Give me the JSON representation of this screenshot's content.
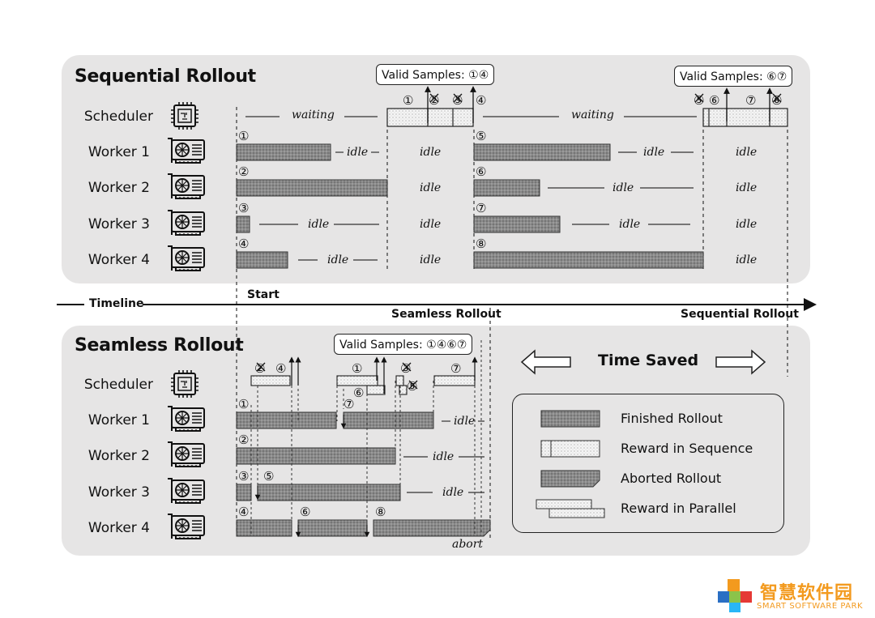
{
  "sequential": {
    "title": "Sequential Rollout",
    "valid_samples": "Valid Samples: ①④",
    "valid_samples_2": "Valid Samples: ⑥⑦",
    "waiting": "waiting",
    "idle": "idle"
  },
  "seamless": {
    "title": "Seamless Rollout",
    "valid_samples": "Valid Samples: ①④⑥⑦",
    "abort": "abort"
  },
  "rows": [
    "Scheduler",
    "Worker 1",
    "Worker 2",
    "Worker 3",
    "Worker 4"
  ],
  "timeline": {
    "label": "Timeline",
    "start": "Start",
    "seamless_end": "Seamless Rollout",
    "sequential_end": "Sequential Rollout"
  },
  "time_saved": "Time Saved",
  "legend": {
    "finished": "Finished Rollout",
    "reward_seq": "Reward in Sequence",
    "aborted": "Aborted Rollout",
    "reward_par": "Reward in Parallel"
  },
  "watermark": {
    "cn": "智慧软件园",
    "en": "SMART SOFTWARE PARK"
  },
  "icons": {
    "scheduler": "cpu-chip-icon",
    "worker": "gpu-card-icon"
  }
}
